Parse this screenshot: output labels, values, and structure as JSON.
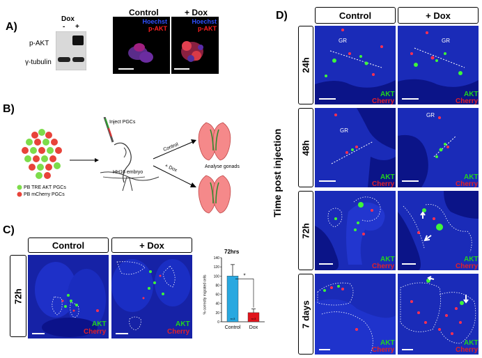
{
  "panelA": {
    "label": "A)",
    "western": {
      "dox": "Dox",
      "minus": "-",
      "plus": "+",
      "band1": "p-AKT",
      "band2": "γ-tubulin"
    },
    "col_control": "Control",
    "col_dox": "+ Dox",
    "stain_hoechst": "Hoechst",
    "stain_pakt": "p-AKT"
  },
  "panelB": {
    "label": "B)",
    "inject": "Inject PGCs",
    "embryo": "HH16 embryo",
    "control": "Control",
    "dox": "+ Dox",
    "analyse": "Analyse gonads",
    "legend_green": "PB TRE AKT PGCs",
    "legend_red": "PB mCherry PGCs"
  },
  "panelC": {
    "label": "C)",
    "col_control": "Control",
    "col_dox": "+ Dox",
    "row": "72h",
    "akt": "AKT",
    "cherry": "Cherry",
    "chart_data": {
      "type": "bar",
      "title": "72hrs",
      "ylabel": "% correctly migrated cells",
      "categories": [
        "Control",
        "Dox"
      ],
      "values": [
        100,
        20
      ],
      "errors": [
        25,
        8
      ],
      "n_labels": [
        "n=3",
        "n=3"
      ],
      "ylim": [
        0,
        140
      ],
      "yticks": [
        0,
        20,
        40,
        60,
        80,
        100,
        120,
        140
      ],
      "significance": "*",
      "colors": [
        "#29a8e0",
        "#e0141c"
      ]
    }
  },
  "panelD": {
    "label": "D)",
    "col_control": "Control",
    "col_dox": "+ Dox",
    "axis": "Time post injection",
    "rows": [
      "24h",
      "48h",
      "72h",
      "7 days"
    ],
    "gr": "GR",
    "akt": "AKT",
    "cherry": "Cherry"
  }
}
